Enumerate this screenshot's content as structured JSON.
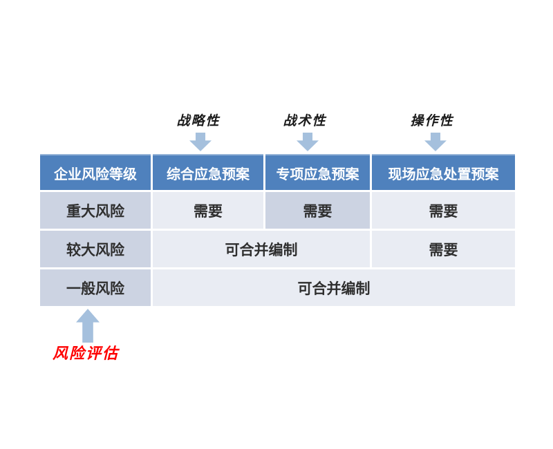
{
  "diagram": {
    "top_labels": [
      {
        "text": "战略性"
      },
      {
        "text": "战术性"
      },
      {
        "text": "操作性"
      }
    ],
    "table": {
      "headers": [
        "企业风险等级",
        "综合应急预案",
        "专项应急预案",
        "现场应急处置预案"
      ],
      "rows": [
        {
          "level": "重大风险",
          "cells": [
            "需要",
            "需要",
            "需要"
          ]
        },
        {
          "level": "较大风险",
          "cells": [
            "可合并编制",
            "需要"
          ]
        },
        {
          "level": "一般风险",
          "cells": [
            "可合并编制"
          ]
        }
      ]
    },
    "annotation": {
      "text": "风险评估"
    },
    "colors": {
      "header_bg": "#4f81bd",
      "header_top_edge": "#95b3d7",
      "row_band_dark": "#ccd3e2",
      "row_band_light": "#e9ecf3",
      "arrow": "#a5c0dd",
      "annotation_red": "#fe0000"
    }
  }
}
